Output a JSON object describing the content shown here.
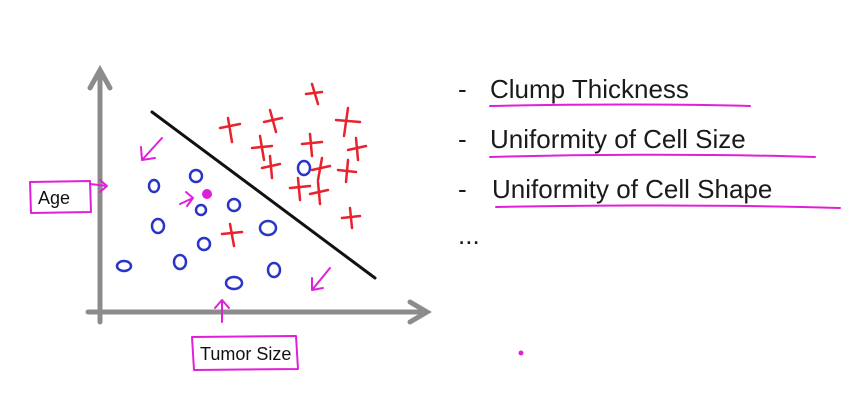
{
  "plot": {
    "y_label": "Age",
    "x_label": "Tumor Size"
  },
  "features": {
    "items": [
      "Clump Thickness",
      "Uniformity of Cell Size",
      "Uniformity of Cell Shape"
    ],
    "ellipsis": "..."
  },
  "colors": {
    "axis": "#8c8c8c",
    "boundary": "#111111",
    "class_x": "#e8232e",
    "class_o": "#2a35c8",
    "annotation": "#e020d8",
    "text": "#1a1a1a"
  }
}
